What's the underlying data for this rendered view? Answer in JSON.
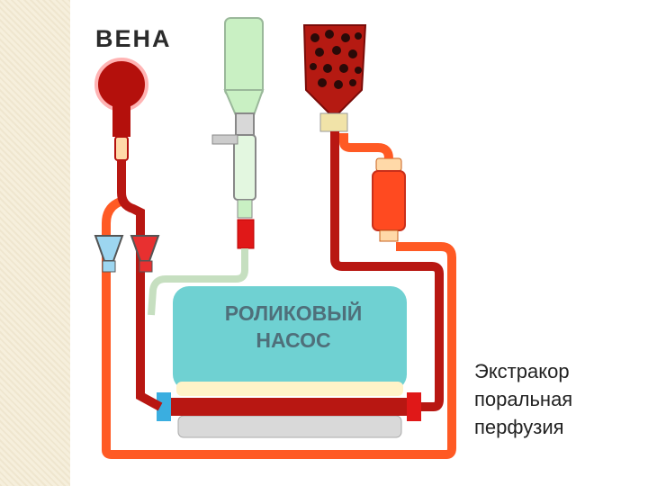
{
  "diagram": {
    "vein_label": "ВЕНА",
    "pump_label_line1": "РОЛИКОВЫЙ",
    "pump_label_line2": "НАСОС"
  },
  "caption": {
    "line1": "Экстракор",
    "line2": "поральная",
    "line3": "перфузия"
  },
  "colors": {
    "tube_orange": "#ff5a24",
    "tube_dark_red": "#b81712",
    "pump_body": "#6fd1d2",
    "vein_blood": "#b4100c",
    "saline_bottle": "#c9f0c3",
    "background_strip": "#f1e8d2"
  }
}
